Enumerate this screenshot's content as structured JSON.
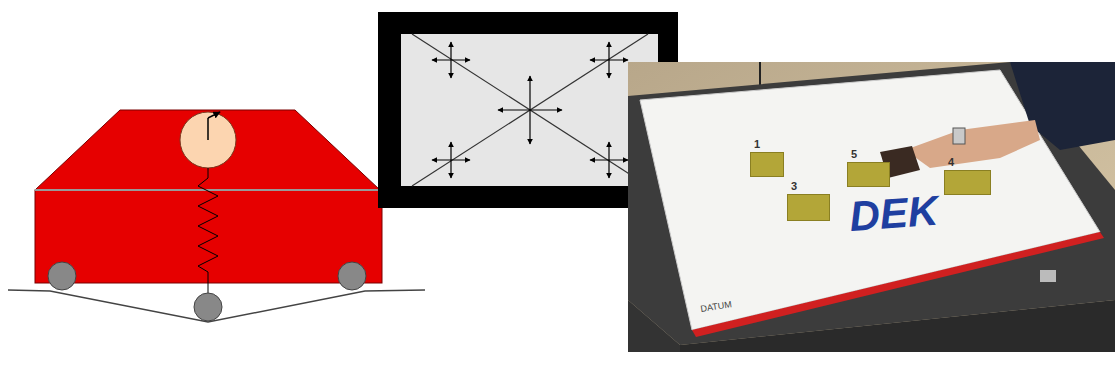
{
  "diagram": {
    "nodes": [
      {
        "text": [
          "1"
        ]
      },
      {
        "text": [
          "5"
        ]
      },
      {
        "text": [
          "4"
        ]
      },
      {
        "text": [
          "3"
        ]
      }
    ],
    "labels": [
      "DEK",
      "DATUM"
    ]
  }
}
